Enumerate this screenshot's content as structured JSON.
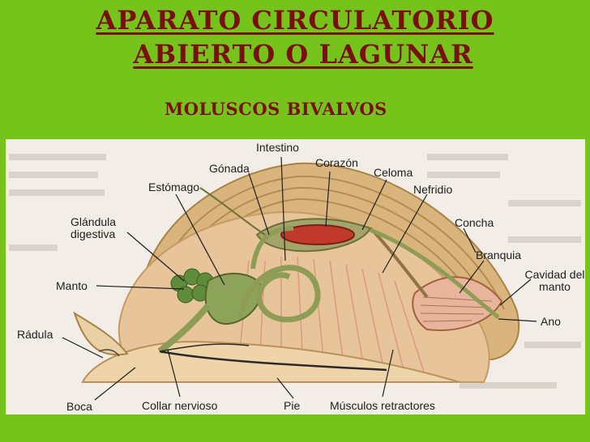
{
  "slide": {
    "title_line1": "APARATO CIRCULATORIO",
    "title_line2": "ABIERTO O LAGUNAR",
    "subtitle": "MOLUSCOS BIVALVOS"
  },
  "colors": {
    "background": "#76c31b",
    "title": "#7a0f0f"
  },
  "diagram": {
    "labels": {
      "intestino": "Intestino",
      "gonada": "Gónada",
      "corazon": "Corazón",
      "celoma": "Celoma",
      "estomago": "Estómago",
      "nefridio": "Nefridio",
      "glandula_digestiva": "Glándula digestiva",
      "concha": "Concha",
      "branquia": "Branquia",
      "cavidad_del_manto": "Cavidad del manto",
      "manto": "Manto",
      "ano": "Ano",
      "radula": "Rádula",
      "boca": "Boca",
      "collar_nervioso": "Collar nervioso",
      "pie": "Pie",
      "musculos_retractores": "Músculos retractores"
    }
  }
}
